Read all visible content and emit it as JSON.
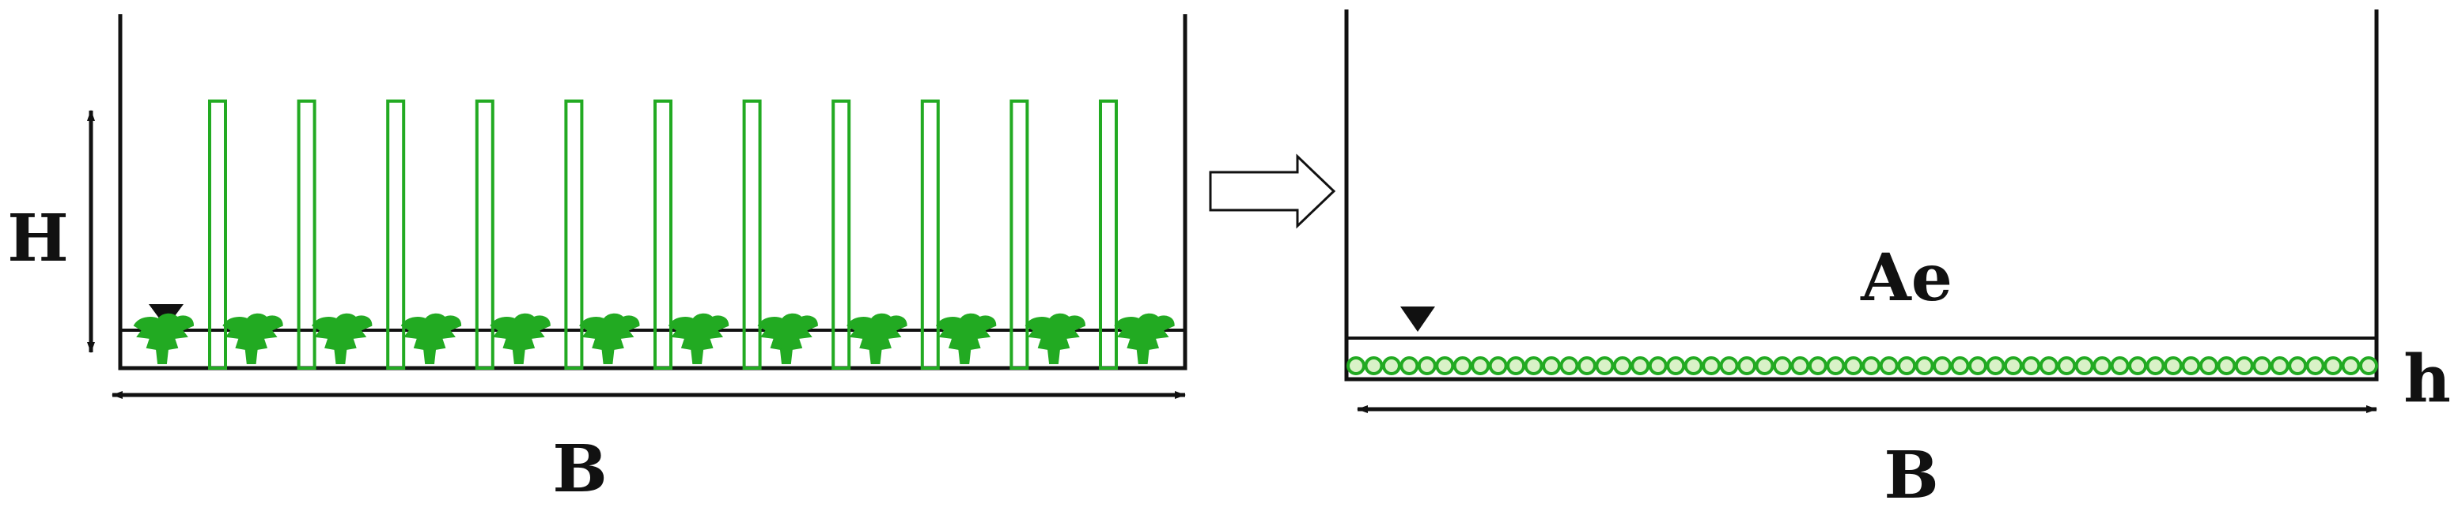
{
  "labels": {
    "height_left": "H",
    "width_left": "B",
    "area_right": "Ae",
    "height_right": "h",
    "width_right": "B"
  },
  "colors": {
    "stroke": "#111111",
    "vegetation": "#22aa22",
    "ball_fill": "#d9f2c7"
  },
  "left_panel": {
    "stem_count": 11,
    "tuft_count": 12
  },
  "right_panel": {
    "ball_count": 58
  },
  "icons": {
    "transition": "hollow-right-arrow-icon",
    "water_level": "water-level-triangle-icon"
  }
}
